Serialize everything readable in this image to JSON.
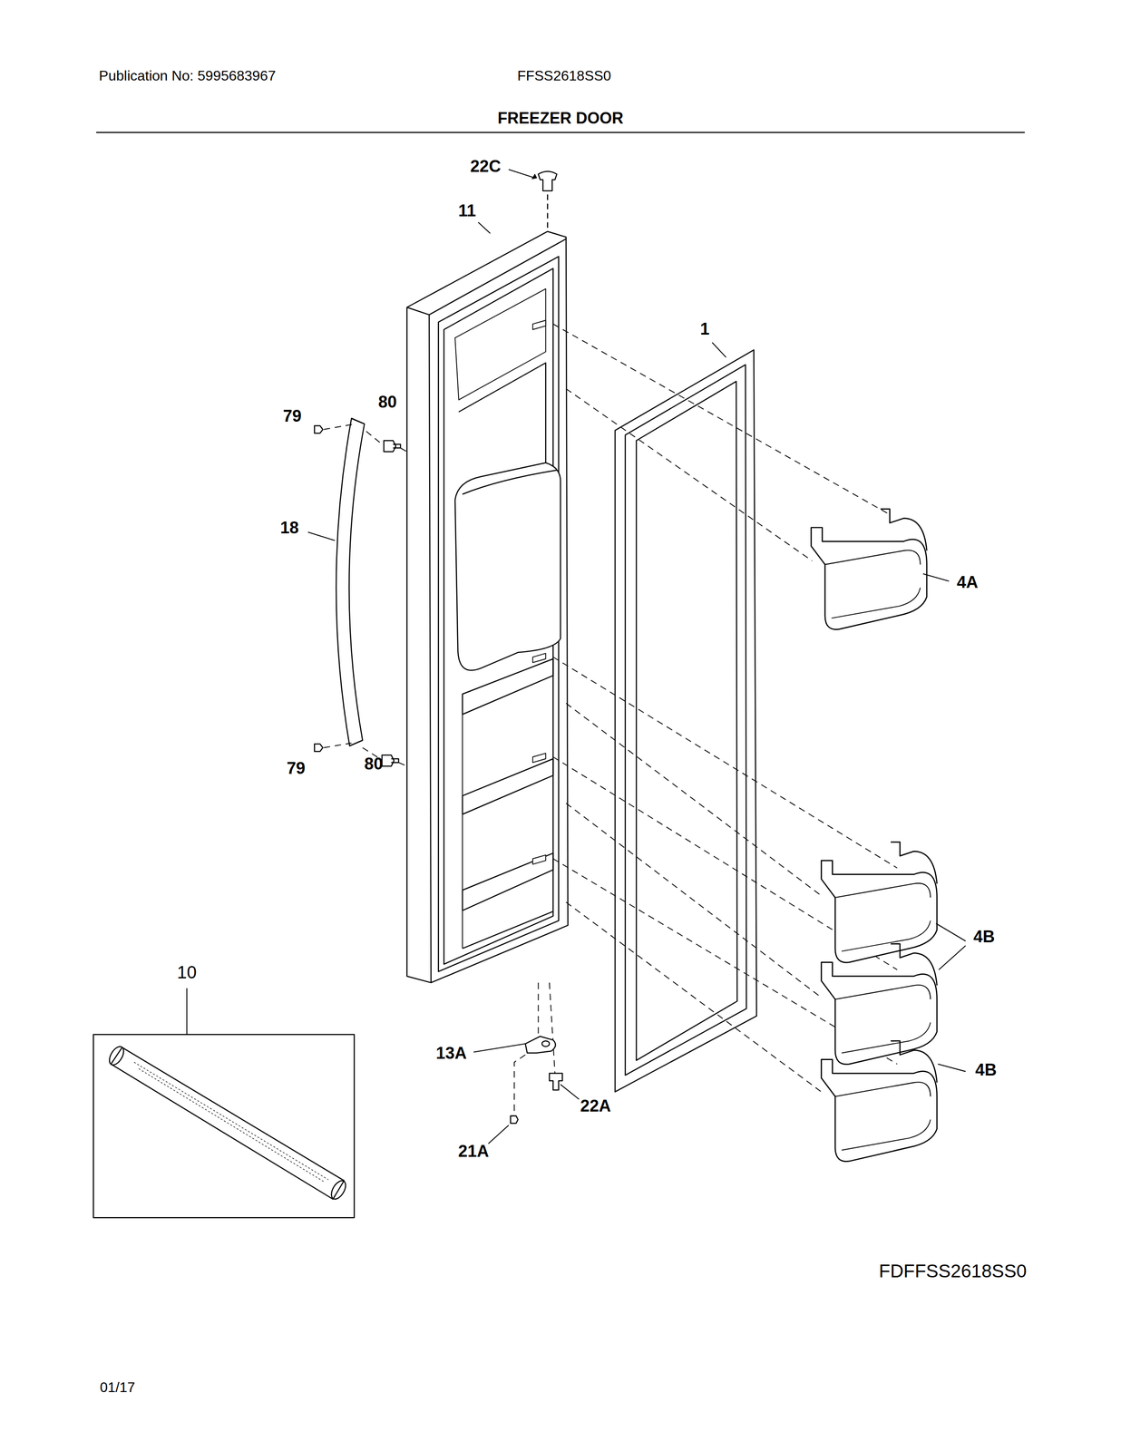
{
  "diagram": {
    "title": "FREEZER DOOR",
    "labels": [
      "Publication No: 5995683967",
      "FFSS2618SS0",
      "22C",
      "11",
      "1",
      "79",
      "80",
      "18",
      "4A",
      "79",
      "80",
      "4B",
      "4B",
      "10",
      "13A",
      "22A",
      "21A",
      "FDFFSS2618SS0",
      "01/17"
    ]
  }
}
